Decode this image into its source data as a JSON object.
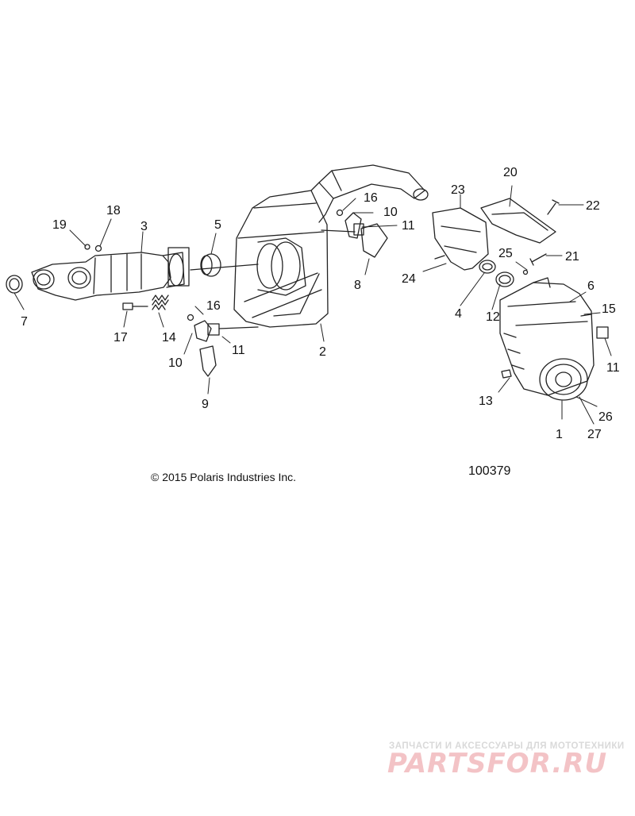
{
  "diagram": {
    "callouts": [
      "1",
      "2",
      "3",
      "4",
      "5",
      "6",
      "7",
      "8",
      "9",
      "10",
      "10",
      "11",
      "11",
      "11",
      "12",
      "13",
      "14",
      "15",
      "16",
      "16",
      "17",
      "18",
      "19",
      "20",
      "21",
      "22",
      "23",
      "24",
      "25",
      "26",
      "27"
    ]
  },
  "footer": {
    "copyright": "© 2015 Polaris Industries Inc.",
    "drawing_id": "100379"
  },
  "watermark": {
    "subtitle": "ЗАПЧАСТИ И АКСЕССУАРЫ ДЛЯ МОТОТЕХНИКИ",
    "logo": "PARTSFOR.RU"
  },
  "colors": {
    "line": "#222222",
    "watermark_logo": "#f3c3c6",
    "watermark_text": "#d9d9d9"
  }
}
